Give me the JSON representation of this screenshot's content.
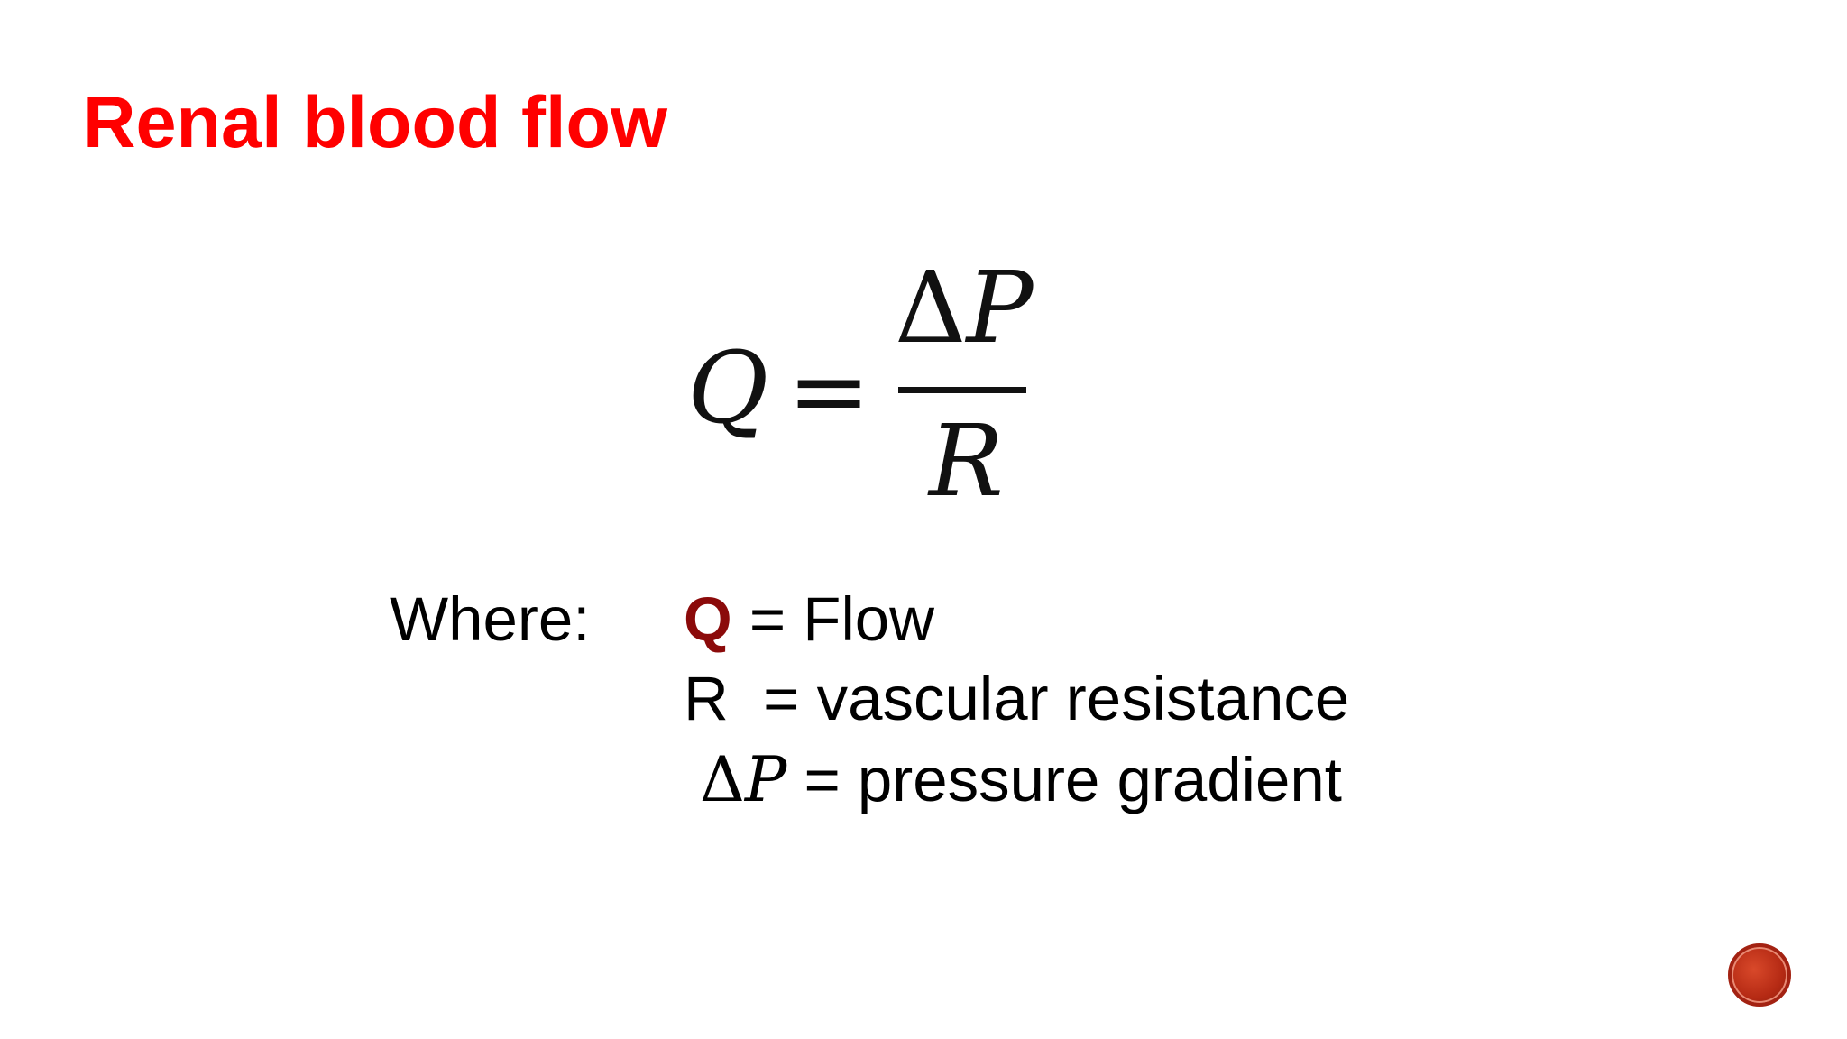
{
  "slide": {
    "title": "Renal blood flow",
    "formula": {
      "lhs": "Q",
      "equals": "=",
      "numerator_delta": "Δ",
      "numerator_var": "P",
      "denominator": "R"
    },
    "definitions": {
      "intro": "Where:",
      "items": [
        {
          "symbol": "Q",
          "text": " = Flow"
        },
        {
          "symbol": "R",
          "text": "  = vascular resistance"
        },
        {
          "symbol_delta": "Δ",
          "symbol_var": "P",
          "text": " = pressure gradient"
        }
      ]
    }
  },
  "colors": {
    "title": "#ff0000",
    "highlight_symbol": "#8b0a0a",
    "nav_button": "#b52a14"
  },
  "icons": {
    "nav_button": "circle-nav-button"
  }
}
